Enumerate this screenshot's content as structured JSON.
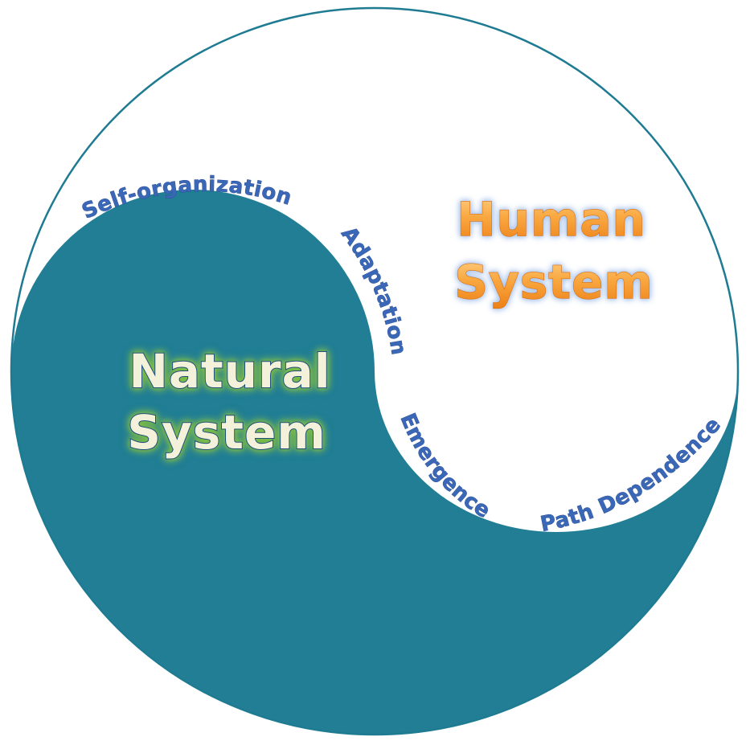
{
  "diagram": {
    "regions": {
      "human": {
        "label": "Human System",
        "line1": "Human",
        "line2": "System",
        "text_gradient_top": "#FFD28C",
        "text_gradient_mid": "#F9A841",
        "text_gradient_bottom": "#EC7F15",
        "glow_color": "#A9C4EC",
        "fill_color": "#FFFFFF"
      },
      "natural": {
        "label": "Natural System",
        "line1": "Natural",
        "line2": "System",
        "text_color": "#F4F1DA",
        "text_outline_color": "#1E4E79",
        "glow_color": "#7FBE41",
        "fill_color": "#217E95"
      }
    },
    "curve_labels": {
      "self_organization": "Self-organization",
      "adaptation": "Adaptation",
      "emergence": "Emergence",
      "path_dependence": "Path Dependence"
    },
    "colors": {
      "curve_label_text": "#3A67B6",
      "circle_outline": "#1E7B92",
      "background": "#FFFFFF"
    }
  }
}
